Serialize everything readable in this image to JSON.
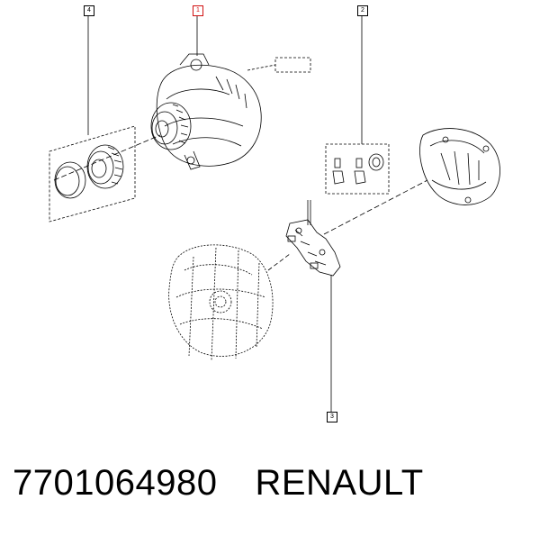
{
  "callouts": {
    "c1": "1",
    "c2": "2",
    "c3": "3",
    "c4": "4"
  },
  "footer": {
    "part_number": "7701064980",
    "brand": "RENAULT"
  },
  "colors": {
    "line": "#000000",
    "highlight": "#d01010",
    "background": "#ffffff"
  }
}
